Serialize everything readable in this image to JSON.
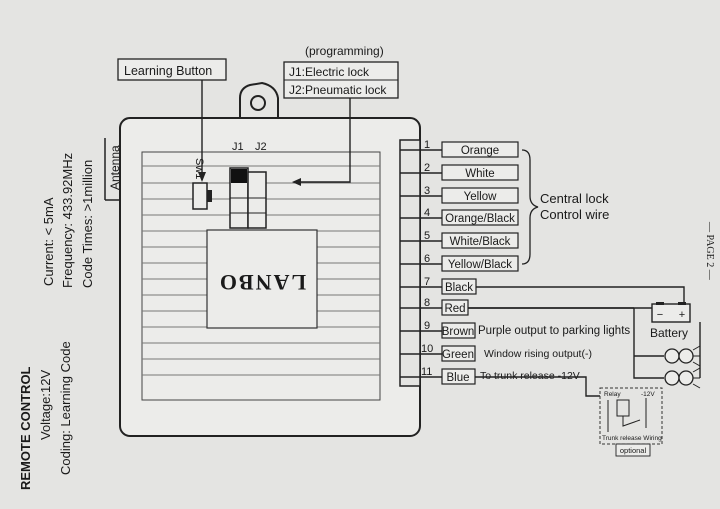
{
  "left_text": {
    "title": "REMOTE CONTROL",
    "voltage": "Voltage:12V",
    "coding": "Coding: Learning Code",
    "current": "Current:  < 5mA",
    "frequency": "Frequency: 433.92MHz",
    "code_times": "Code Times: >1million",
    "antenna": "Antenna"
  },
  "module": {
    "learning_button_label": "Learning Button",
    "sw_label": "Sw1",
    "j1": "J1",
    "j2": "J2",
    "logo": "LANBO"
  },
  "programming": {
    "title": "(programming)",
    "j1_desc": "J1:Electric lock",
    "j2_desc": "J2:Pneumatic lock"
  },
  "wires": [
    {
      "num": "1",
      "color": "Orange"
    },
    {
      "num": "2",
      "color": "White"
    },
    {
      "num": "3",
      "color": "Yellow"
    },
    {
      "num": "4",
      "color": "Orange/Black"
    },
    {
      "num": "5",
      "color": "White/Black"
    },
    {
      "num": "6",
      "color": "Yellow/Black"
    },
    {
      "num": "7",
      "color": "Black"
    },
    {
      "num": "8",
      "color": "Red"
    },
    {
      "num": "9",
      "color": "Brown"
    },
    {
      "num": "10",
      "color": "Green"
    },
    {
      "num": "11",
      "color": "Blue"
    }
  ],
  "wire_notes": {
    "central_lock_1": "Central lock",
    "central_lock_2": "Control wire",
    "brown_note": "Purple output to parking lights",
    "green_note": "Window rising output(-)",
    "blue_note": "To trunk release -12V"
  },
  "battery": {
    "label": "Battery",
    "minus": "−",
    "plus": "+"
  },
  "relay": {
    "label": "Relay",
    "voltage": "-12V",
    "wiring": "Trunk release Wiring",
    "optional": "optional"
  },
  "page_label": "— PAGE 2 —"
}
